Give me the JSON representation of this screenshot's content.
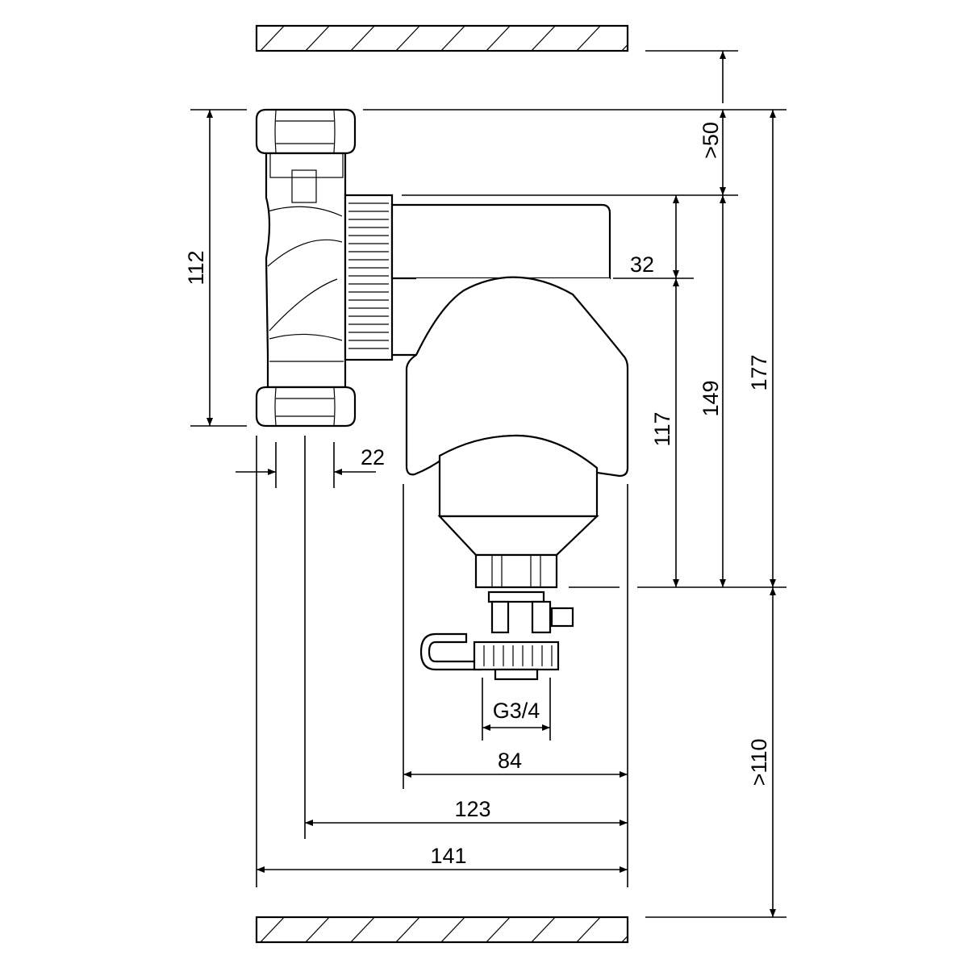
{
  "dimensions": {
    "height_fitting": "112",
    "pipe_diameter": "22",
    "top_clearance": ">50",
    "cap_height": "32",
    "body_height": "117",
    "overall_149": "149",
    "overall_177": "177",
    "bottom_clearance": ">110",
    "drain_thread": "G3/4",
    "width_body": "84",
    "width_123": "123",
    "width_141": "141"
  },
  "colors": {
    "line": "#000000",
    "background": "#ffffff"
  }
}
